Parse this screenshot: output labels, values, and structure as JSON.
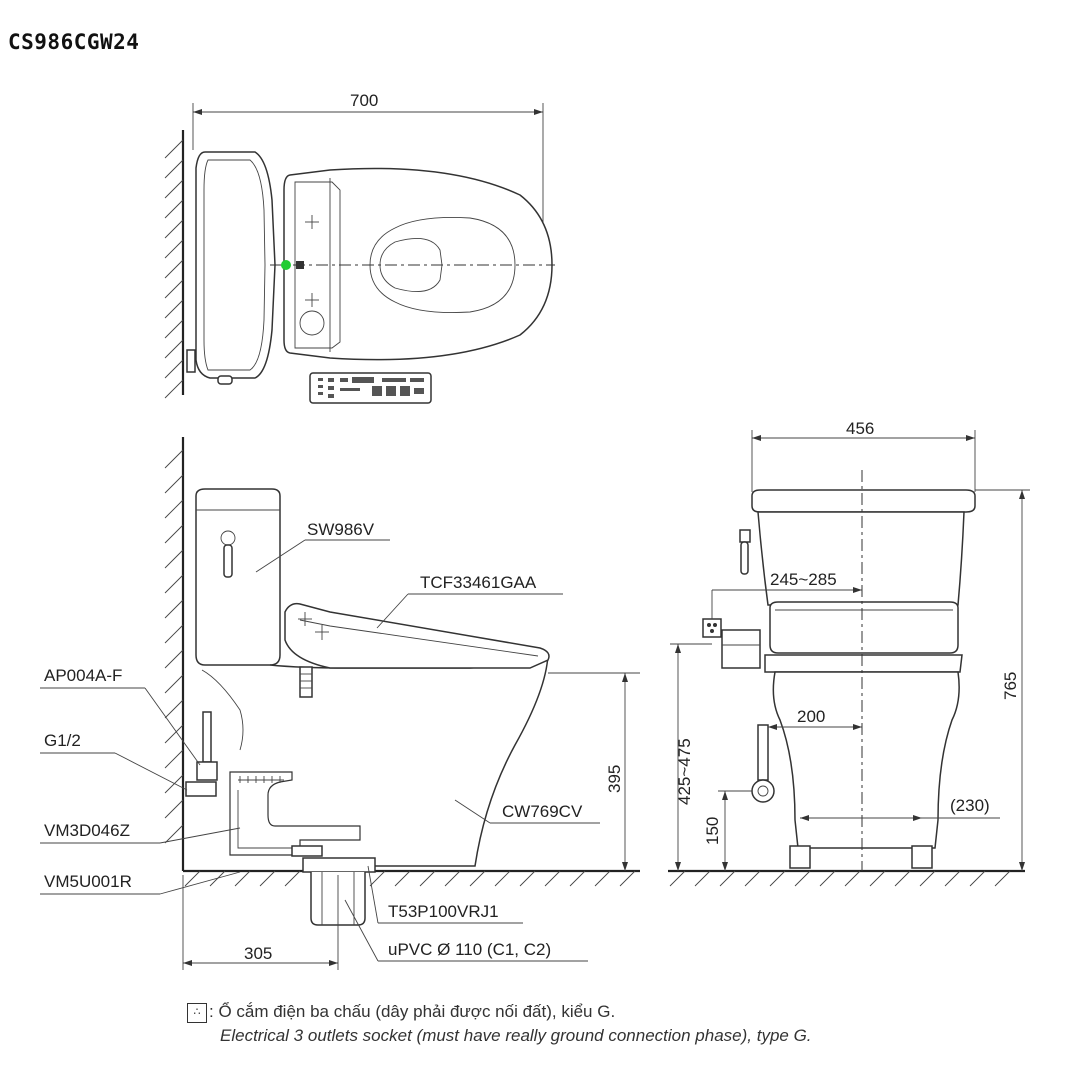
{
  "model": "CS986CGW24",
  "dimensions": {
    "top_length": "700",
    "front_width": "456",
    "total_height": "765",
    "seat_height": "395",
    "rough_in": "305",
    "inlet_height_range": "425~475",
    "inlet_offset": "150",
    "bolt_spacing": "(230)",
    "outlet_height_range": "245~285",
    "inlet_side_offset": "200"
  },
  "parts": {
    "tank": "SW986V",
    "seat": "TCF33461GAA",
    "angle_valve": "AP004A-F",
    "thread": "G1/2",
    "valve_hose": "VM3D046Z",
    "bolt_kit": "VM5U001R",
    "bowl": "CW769CV",
    "flange": "T53P100VRJ1",
    "pipe": "uPVC Ø 110 (C1, C2)"
  },
  "legend": {
    "icon": "socket-icon",
    "vi": ": Ổ cắm điện ba chấu (dây phải được nối đất), kiểu G.",
    "en": "Electrical 3 outlets socket (must have really ground connection phase), type G."
  },
  "colors": {
    "line": "#333333",
    "indicator": "#22cc33"
  }
}
